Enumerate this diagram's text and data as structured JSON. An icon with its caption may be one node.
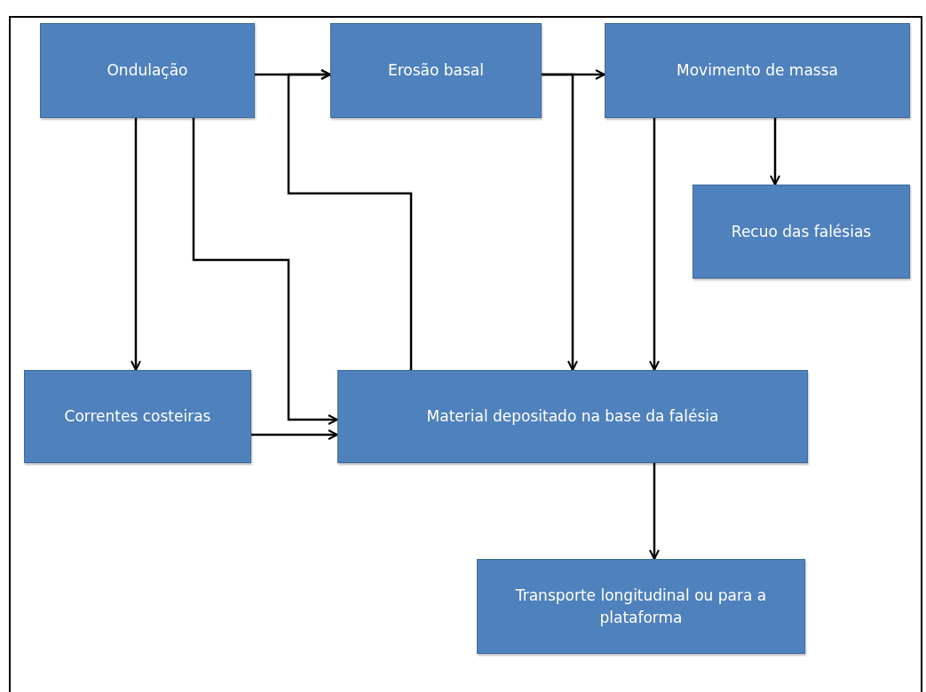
{
  "diagram": {
    "nodes": [
      {
        "text": [
          "Ondulação"
        ]
      },
      {
        "text": [
          "Erosão basal"
        ]
      },
      {
        "text": [
          "Movimento de massa"
        ]
      },
      {
        "text": [
          "Recuo das falésias"
        ]
      },
      {
        "text": [
          "Correntes costeiras"
        ]
      },
      {
        "text": [
          "Material depositado na base da falésia"
        ]
      },
      {
        "text": [
          "Transporte longitudinal ou para a plataforma"
        ]
      }
    ],
    "edges": [
      {
        "from": 0,
        "to": 1,
        "arrow": "to"
      },
      {
        "from": 5,
        "to": 1,
        "arrow": "to"
      },
      {
        "from": 1,
        "to": 2,
        "arrow": "to"
      },
      {
        "from": 1,
        "to": 5,
        "arrow": "to"
      },
      {
        "from": 2,
        "to": 3,
        "arrow": "to"
      },
      {
        "from": 2,
        "to": 5,
        "arrow": "to"
      },
      {
        "from": 0,
        "to": 4,
        "arrow": "to"
      },
      {
        "from": 0,
        "to": 5,
        "arrow": "to"
      },
      {
        "from": 4,
        "to": 5,
        "arrow": "to"
      },
      {
        "from": 5,
        "to": 6,
        "arrow": "to"
      }
    ]
  }
}
